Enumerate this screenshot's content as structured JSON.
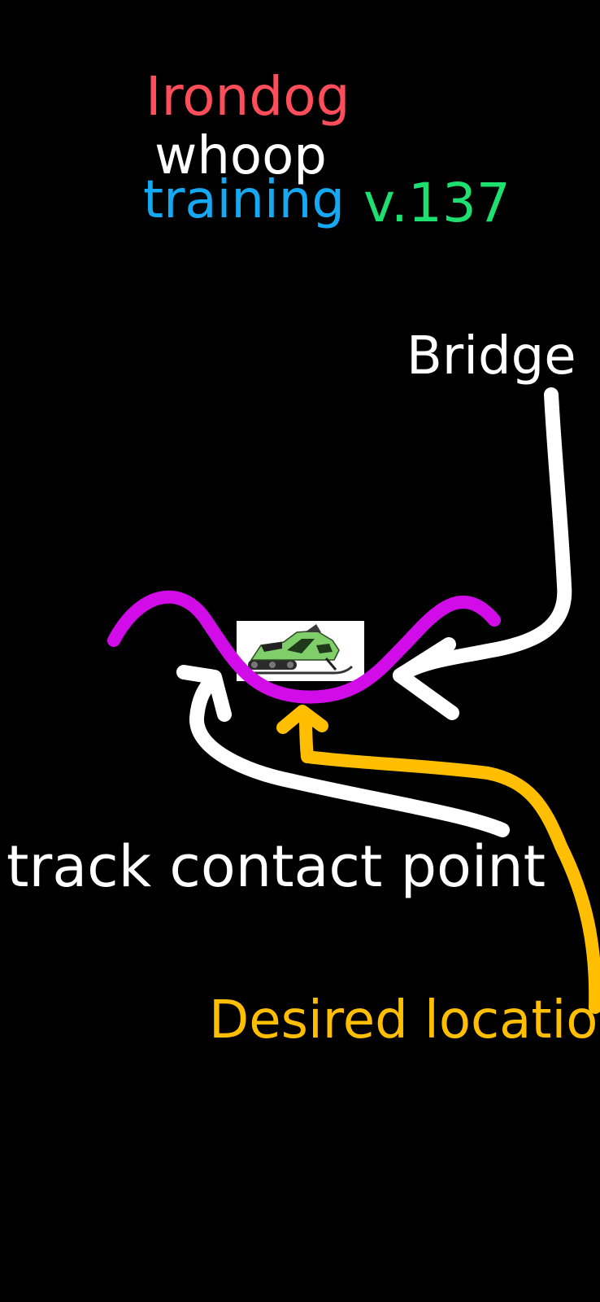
{
  "title": {
    "line1": "Irondog",
    "line2": "whoop",
    "line3": "training",
    "version": "v.137"
  },
  "annotations": {
    "bridge": "Bridge",
    "track_contact_point": "track contact point",
    "desired_location": "Desired location"
  },
  "colors": {
    "background": "#000000",
    "line1": "#ff4d5a",
    "line2": "#ffffff",
    "line3": "#14a9f2",
    "version": "#1ee070",
    "whoop_curve": "#d10ce8",
    "white_arrows": "#ffffff",
    "desired_arrow": "#ffbf00",
    "sled_body": "#7fce6a",
    "sled_card": "#ffffff"
  },
  "icons": {
    "snowmobile": "snowmobile-icon"
  }
}
